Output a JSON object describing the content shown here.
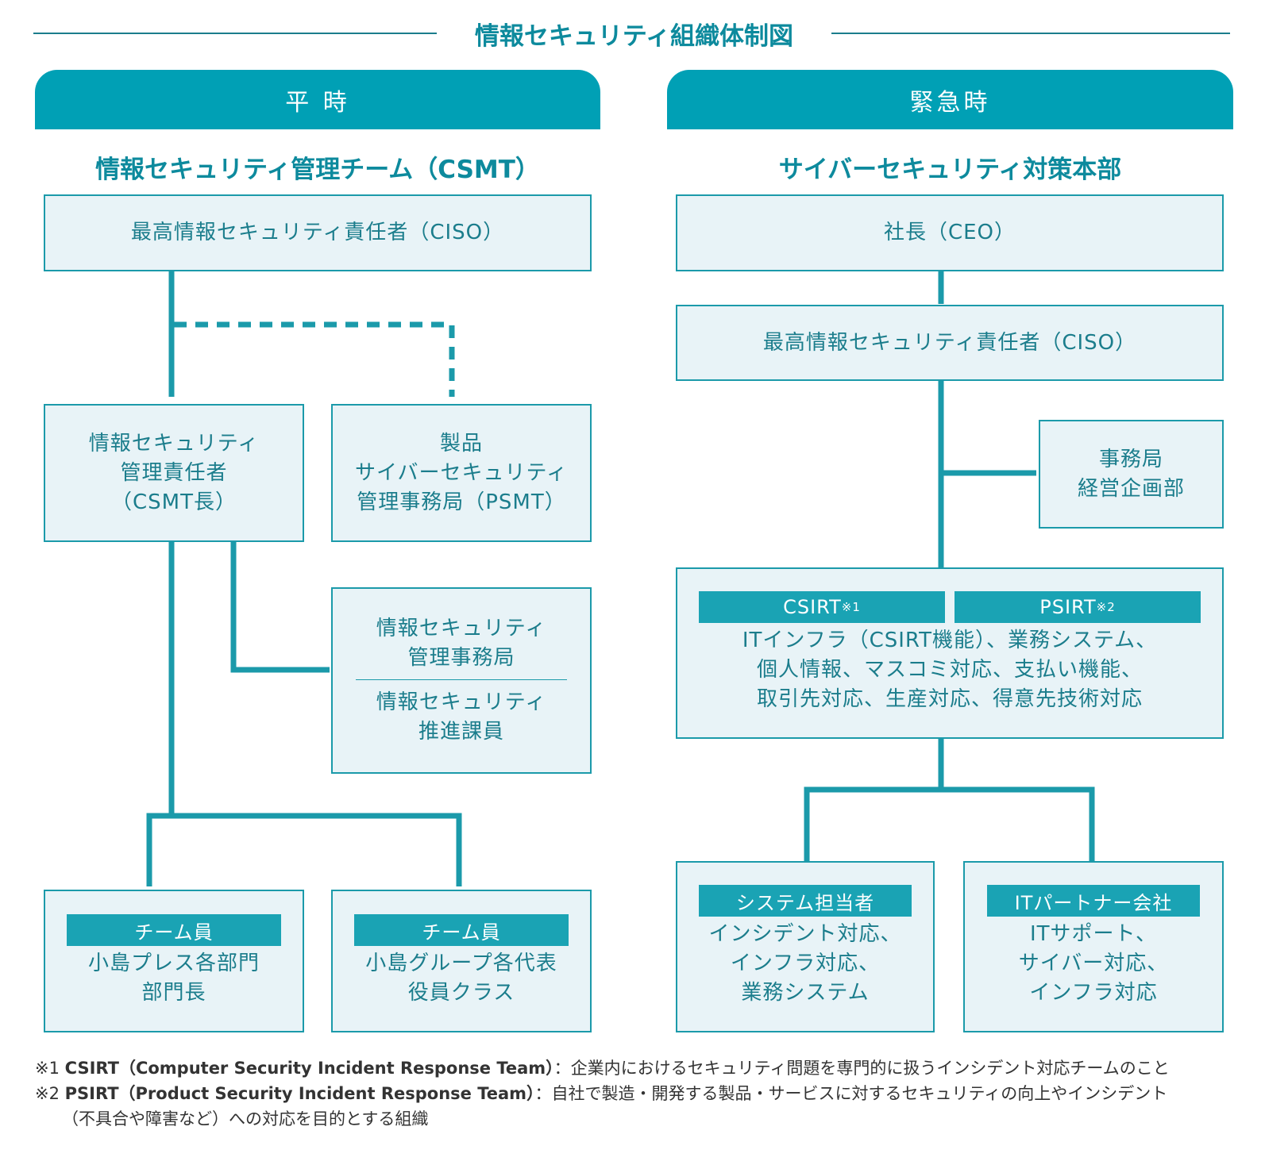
{
  "title": "情報セキュリティ組織体制図",
  "left": {
    "tab": "平 時",
    "heading": "情報セキュリティ管理チーム（CSMT）",
    "top_box": "最高情報セキュリティ責任者（CISO）",
    "csmt_head": [
      "情報セキュリティ",
      "管理責任者",
      "（CSMT長）"
    ],
    "psmt": [
      "製品",
      "サイバーセキュリティ",
      "管理事務局（PSMT）"
    ],
    "office_top": [
      "情報セキュリティ",
      "管理事務局"
    ],
    "office_bottom": [
      "情報セキュリティ",
      "推進課員"
    ],
    "member1": {
      "ribbon": "チーム員",
      "lines": [
        "小島プレス各部門",
        "部門長"
      ]
    },
    "member2": {
      "ribbon": "チーム員",
      "lines": [
        "小島グループ各代表",
        "役員クラス"
      ]
    }
  },
  "right": {
    "tab": "緊急時",
    "heading": "サイバーセキュリティ対策本部",
    "ceo": "社長（CEO）",
    "ciso": "最高情報セキュリティ責任者（CISO）",
    "secretariat": [
      "事務局",
      "経営企画部"
    ],
    "csirt_label": "CSIRT",
    "csirt_mark": "※1",
    "psirt_label": "PSIRT",
    "psirt_mark": "※2",
    "sirt_lines": [
      "ITインフラ（CSIRT機能）、業務システム、",
      "個人情報、マスコミ対応、支払い機能、",
      "取引先対応、生産対応、得意先技術対応"
    ],
    "sys": {
      "ribbon": "システム担当者",
      "lines": [
        "インシデント対応、",
        "インフラ対応、",
        "業務システム"
      ]
    },
    "partner": {
      "ribbon": "ITパートナー会社",
      "lines": [
        "ITサポート、",
        "サイバー対応、",
        "インフラ対応"
      ]
    }
  },
  "notes": [
    {
      "mark": "※1",
      "term": "CSIRT（Computer Security Incident Response Team）",
      "desc": "：企業内におけるセキュリティ問題を専門的に扱うインシデント対応チームのこと"
    },
    {
      "mark": "※2",
      "term": "PSIRT（Product Security Incident Response Team）",
      "desc": "：自社で製造・開発する製品・サービスに対するセキュリティの向上やインシデント"
    }
  ],
  "note_continuation": "（不具合や障害など）への対応を目的とする組織",
  "colors": {
    "accent": "#00a0b5",
    "line": "#1b9aaa",
    "box_fill": "#e8f3f7",
    "text": "#1b7d8c"
  }
}
